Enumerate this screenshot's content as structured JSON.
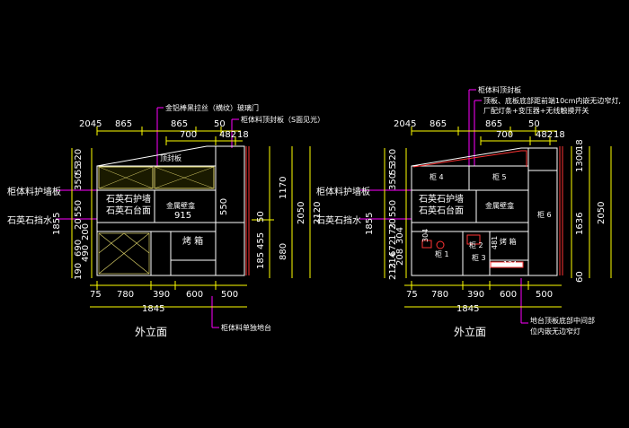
{
  "colors": {
    "background": "#000000",
    "dimension": "#ffff00",
    "outline": "#ffffff",
    "callout": "#ff00ff",
    "leader": "#00ffff",
    "wall": "#ff3333",
    "hatch": "#d6cc66"
  },
  "left": {
    "title": "外立面",
    "notes": {
      "glass_door": "金铝棒黑拉丝（横纹）玻璃门",
      "top_cap": "柜体料顶封板（S面见光）",
      "bottom_note": "柜体料单独地台"
    },
    "side_labels": {
      "backsplash": "柜体料护墙板",
      "stone_edge": "石英石挡水"
    },
    "inner_labels": {
      "top_panel": "顶封板",
      "quartz_wall": "石英石护墙",
      "quartz_top": "石英石台面",
      "metal_panel": "金属壁龛",
      "oven": "烤 箱",
      "panel_915": "915",
      "dim_550": "550"
    },
    "top_dims_1": [
      "2045",
      "865",
      "865",
      "50"
    ],
    "top_dims_2": [
      "700",
      "482",
      "18"
    ],
    "bottom_dims": [
      "75",
      "780",
      "390",
      "600",
      "500"
    ],
    "total_width": "1845",
    "left_dims": [
      "55",
      "350",
      "320",
      "550",
      "20",
      "200",
      "690",
      "490",
      "190"
    ],
    "left_total": "1855",
    "right_dims": [
      "1170",
      "50",
      "455",
      "185",
      "880",
      "2050",
      "2120"
    ]
  },
  "right": {
    "title": "外立面",
    "notes": {
      "top_cap": "柜体料顶封板",
      "led_line1": "顶板、底板底部距前端10cm内嵌无边窄灯,",
      "led_line2": "厂配灯条+变压器+无线触摸开关",
      "bottom_line1": "地台顶板底部中间部",
      "bottom_line2": "位内嵌无边窄灯"
    },
    "side_labels": {
      "backsplash": "柜体料护墙板",
      "stone_edge": "石英石挡水"
    },
    "inner_labels": {
      "g4": "柜 4",
      "g5": "柜 5",
      "quartz_wall": "石英石护墙",
      "quartz_top": "石英石台面",
      "metal_panel": "金属壁龛",
      "g1": "柜 1",
      "g2": "柜 2",
      "g3": "柜 3",
      "oven": "烤 箱",
      "g6": "柜 6",
      "dim_304": "304",
      "dim_481": "481",
      "dim_134": "134"
    },
    "top_dims_1": [
      "2045",
      "865",
      "865",
      "50"
    ],
    "top_dims_2": [
      "700",
      "482",
      "18"
    ],
    "bottom_dims": [
      "75",
      "780",
      "390",
      "600",
      "500"
    ],
    "total_width": "1845",
    "left_dims": [
      "55",
      "350",
      "320",
      "550",
      "20",
      "173",
      "304",
      "672",
      "214",
      "213",
      "208"
    ],
    "left_total": "1855",
    "right_dims": [
      "18",
      "1300",
      "1636",
      "2050",
      "60"
    ]
  }
}
